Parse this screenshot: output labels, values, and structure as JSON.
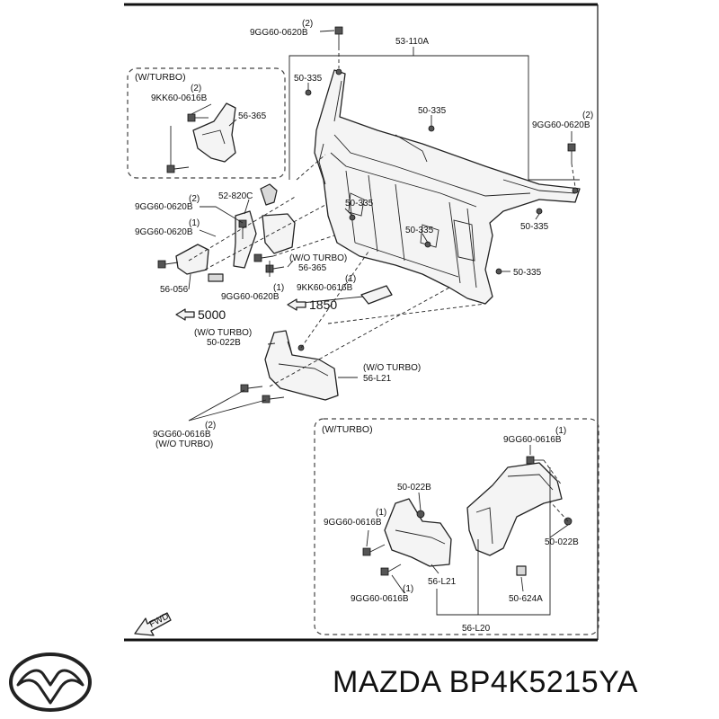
{
  "title": "MAZDA BP4K5215YA",
  "sections": {
    "turbo_top": "(W/TURBO)",
    "turbo_bottom": "(W/TURBO)"
  },
  "labels": {
    "bolt_top_qty": "(2)",
    "bolt_top": "9GG60-0620B",
    "panel": "53-110A",
    "clip_1": "50-335",
    "clip_2": "50-335",
    "bolt_right_qty": "(2)",
    "bolt_right": "9GG60-0620B",
    "turbo_bolt_qty": "(2)",
    "turbo_bolt": "9KK60-0616B",
    "turbo_bracket": "56-365",
    "bracket_left": "52-820C",
    "bolt_l1_qty": "(2)",
    "bolt_l1": "9GG60-0620B",
    "bolt_l2_qty": "(1)",
    "bolt_l2": "9GG60-0620B",
    "clip_3": "50-335",
    "clip_4": "50-335",
    "clip_5": "50-335",
    "clip_6": "50-335",
    "wo_turbo_1": "(W/O TURBO)",
    "bracket_wo": "56-365",
    "bolt_wo_qty": "(1)",
    "bolt_wo": "9KK60-0616B",
    "bracket_56056": "56-056",
    "bolt_c_qty": "(1)",
    "bolt_c": "9GG60-0620B",
    "ref_5000": "5000",
    "ref_1850": "1850",
    "wo_turbo_2": "(W/O TURBO)",
    "duct_clip_wo": "50-022B",
    "wo_turbo_3": "(W/O TURBO)",
    "duct_wo": "56-L21",
    "bolt_b_qty": "(2)",
    "bolt_b": "9GG60-0616B",
    "wo_turbo_4": "(W/O TURBO)",
    "t_bolt_1_qty": "(1)",
    "t_bolt_1": "9GG60-0616B",
    "t_clip_1": "50-022B",
    "t_bolt_2_qty": "(1)",
    "t_bolt_2": "9GG60-0616B",
    "t_clip_2": "50-022B",
    "t_duct": "56-L21",
    "t_bolt_3_qty": "(1)",
    "t_bolt_3": "9GG60-0616B",
    "t_seal": "50-624A",
    "t_duct_main": "56-L20",
    "fwd": "FWD"
  }
}
